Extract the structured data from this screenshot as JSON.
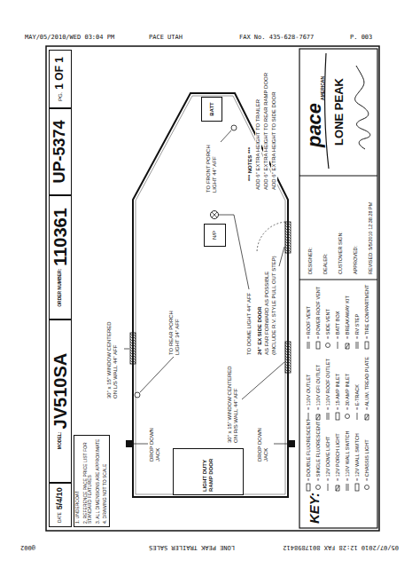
{
  "diagram": {
    "nodes": [
      {
        "text": [
          "DATE",
          "5/4/10"
        ]
      },
      {
        "text": [
          "MODEL:",
          "JV510SA"
        ]
      },
      {
        "text": [
          "ORDER NUMBER:",
          "110361"
        ]
      },
      {
        "text": [
          "UP-5374"
        ]
      },
      {
        "text": [
          "PG.",
          "1 OF 1"
        ]
      },
      {
        "text": [
          "1. UNDERCOAT",
          "2. REFERENCE PACE PRICE LIST FOR STANDARD FEATURES",
          "3. ALL DIMENSIONS ARE APPROXIMATE",
          "4. DRAWING NOT TO SCALE"
        ]
      },
      {
        "text": [
          "BATT"
        ]
      },
      {
        "text": [
          "N/P"
        ]
      },
      {
        "text": [
          "LIGHT DUTY RAMP DOOR"
        ]
      },
      {
        "text": [
          "pace",
          "AMERICAN"
        ]
      },
      {
        "text": [
          "LONE PEAK"
        ]
      },
      {
        "text": [
          "DESIGNER:",
          "DEALER:",
          "CUSTOMER SIGN:",
          "APPROVED:",
          "REVISED: 5/5/2010 12:38:28 PM"
        ]
      }
    ],
    "labels": [
      "MAY/05/2010/WED 03:04 PM",
      "PACE UTAH",
      "FAX No. 435-628-7677",
      "P. 003",
      "05/07/2010 12:28 FAX 8017898412",
      "LONE PEAK TRAILER SALES",
      "@002",
      "*** NOTES ***",
      "ADD 6\" EXTRA HEIGHT TO TRAILER",
      "ADD 6\" EXTRA HEIGHT TO REAR RAMP DOOR",
      "ADD 6\" EXTRA HEIGHT TO SIDE DOOR",
      "TO FRONT PORCH LIGHT 44\" AFF",
      "TO REAR PORCH LIGHT 34\" AFF",
      "30\" x 15\" WINDOW CENTERED ON L/S WALL 44\" AFF",
      "DROP DOWN JACK",
      "DROP DOWN JACK",
      "30\" x 15\" WINDOW CENTERED ON R/S WALL 44\" AFF",
      "TO DOME LIGHT 44\" AFF",
      "24\" EX SIDE DOOR",
      "AS FAR FORWARD AS POSSIBLE",
      "(INCLUDE R.V. STYLE PULL OUT STEP)",
      "KEY:"
    ],
    "legend": [
      {
        "text": "= DOUBLE FLUORESCENT"
      },
      {
        "text": "= SINGLE FLUORESCENT"
      },
      {
        "text": "= 12V DOME LIGHT"
      },
      {
        "text": "= 12V PORCH LIGHT"
      },
      {
        "text": "= 110V WALL SWITCH"
      },
      {
        "text": "= 12V WALL SWITCH"
      },
      {
        "text": "= CHASSIS LIGHT"
      },
      {
        "text": "= 110V OUTLET"
      },
      {
        "text": "= 110V GFI OUTLET"
      },
      {
        "text": "= 110V ROOF OUTLET"
      },
      {
        "text": "= 15 AMP INLET"
      },
      {
        "text": "= 30 AMP INLET"
      },
      {
        "text": "= E-TRACK"
      },
      {
        "text": "= ALUM. TREAD PLATE"
      },
      {
        "text": "= ROOF VENT"
      },
      {
        "text": "= POWER ROOF VENT"
      },
      {
        "text": "= SIDE VENT"
      },
      {
        "text": "= BATT BOX"
      },
      {
        "text": "= BREAKAWAY KIT"
      },
      {
        "text": "= RV STEP"
      },
      {
        "text": "= TIRE COMPARTMENT"
      }
    ]
  }
}
